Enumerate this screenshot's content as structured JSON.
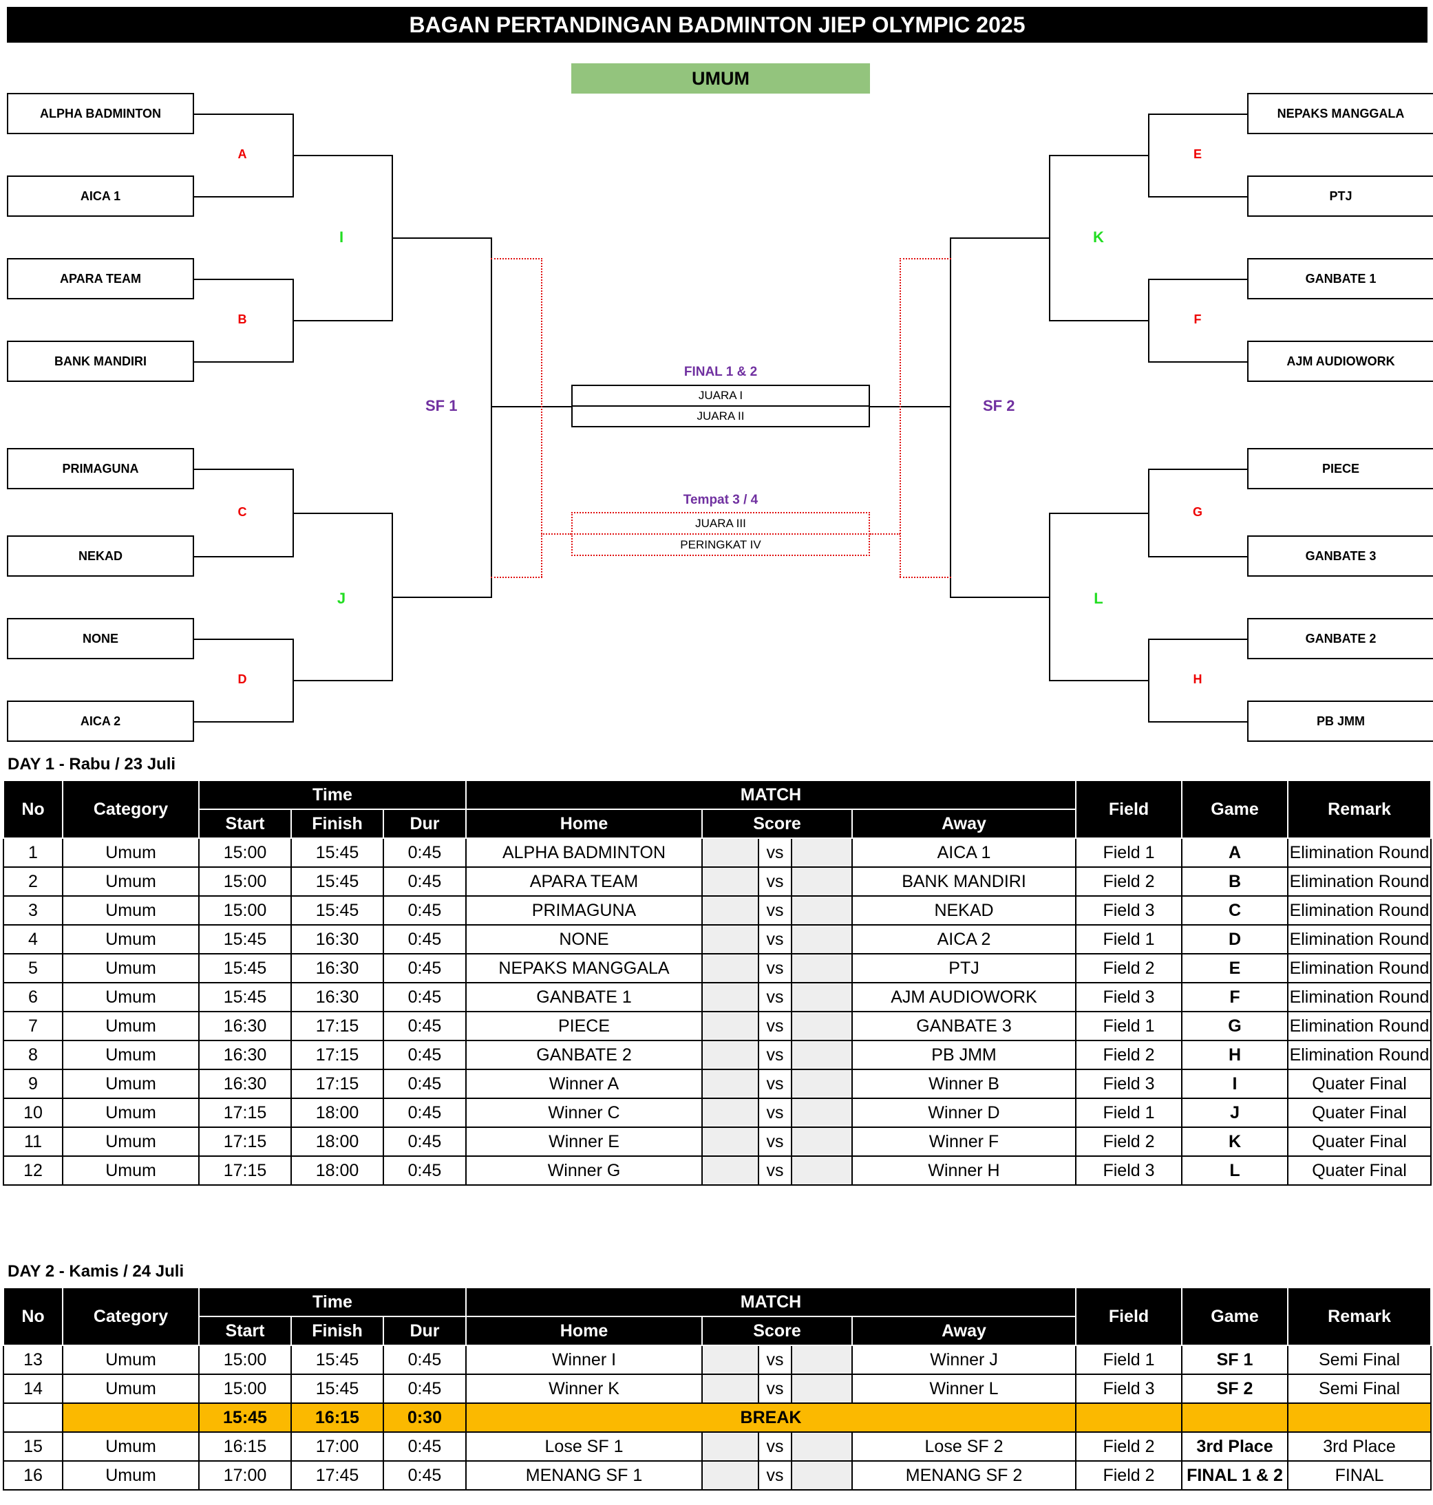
{
  "title": "BAGAN PERTANDINGAN BADMINTON JIEP OLYMPIC 2025",
  "category_banner": "UMUM",
  "bracket": {
    "left_teams": [
      "ALPHA BADMINTON",
      "AICA 1",
      "APARA TEAM",
      "BANK MANDIRI",
      "PRIMAGUNA",
      "NEKAD",
      "NONE",
      "AICA 2"
    ],
    "right_teams": [
      "NEPAKS MANGGALA",
      "PTJ",
      "GANBATE 1",
      "AJM AUDIOWORK",
      "PIECE",
      "GANBATE 3",
      "GANBATE 2",
      "PB JMM"
    ],
    "round1_labels": [
      "A",
      "B",
      "C",
      "D",
      "E",
      "F",
      "G",
      "H"
    ],
    "quarter_labels": [
      "I",
      "J",
      "K",
      "L"
    ],
    "semi_labels": [
      "SF 1",
      "SF 2"
    ],
    "final_title": "FINAL 1 & 2",
    "final_lines": [
      "JUARA   I",
      "JUARA   II"
    ],
    "third_title": "Tempat 3 / 4",
    "third_lines": [
      "JUARA   III",
      "PERINGKAT   IV"
    ],
    "colors": {
      "round1": "#ee0000",
      "quarter": "#22dd22",
      "semi": "#7030a0",
      "dotted": "#e01010"
    }
  },
  "headers": {
    "no": "No",
    "category": "Category",
    "time": "Time",
    "start": "Start",
    "finish": "Finish",
    "dur": "Dur",
    "match": "MATCH",
    "home": "Home",
    "score": "Score",
    "away": "Away",
    "field": "Field",
    "game": "Game",
    "remark": "Remark"
  },
  "day1": {
    "label": "DAY 1  - Rabu / 23 Juli",
    "rows": [
      {
        "no": "1",
        "category": "Umum",
        "start": "15:00",
        "finish": "15:45",
        "dur": "0:45",
        "home": "ALPHA BADMINTON",
        "vs": "vs",
        "away": "AICA 1",
        "field": "Field 1",
        "game": "A",
        "remark": "Elimination Round"
      },
      {
        "no": "2",
        "category": "Umum",
        "start": "15:00",
        "finish": "15:45",
        "dur": "0:45",
        "home": "APARA TEAM",
        "vs": "vs",
        "away": "BANK MANDIRI",
        "field": "Field 2",
        "game": "B",
        "remark": "Elimination Round"
      },
      {
        "no": "3",
        "category": "Umum",
        "start": "15:00",
        "finish": "15:45",
        "dur": "0:45",
        "home": "PRIMAGUNA",
        "vs": "vs",
        "away": "NEKAD",
        "field": "Field 3",
        "game": "C",
        "remark": "Elimination Round"
      },
      {
        "no": "4",
        "category": "Umum",
        "start": "15:45",
        "finish": "16:30",
        "dur": "0:45",
        "home": "NONE",
        "vs": "vs",
        "away": "AICA 2",
        "field": "Field 1",
        "game": "D",
        "remark": "Elimination Round"
      },
      {
        "no": "5",
        "category": "Umum",
        "start": "15:45",
        "finish": "16:30",
        "dur": "0:45",
        "home": "NEPAKS MANGGALA",
        "vs": "vs",
        "away": "PTJ",
        "field": "Field 2",
        "game": "E",
        "remark": "Elimination Round"
      },
      {
        "no": "6",
        "category": "Umum",
        "start": "15:45",
        "finish": "16:30",
        "dur": "0:45",
        "home": "GANBATE 1",
        "vs": "vs",
        "away": "AJM AUDIOWORK",
        "field": "Field 3",
        "game": "F",
        "remark": "Elimination Round"
      },
      {
        "no": "7",
        "category": "Umum",
        "start": "16:30",
        "finish": "17:15",
        "dur": "0:45",
        "home": "PIECE",
        "vs": "vs",
        "away": "GANBATE 3",
        "field": "Field 1",
        "game": "G",
        "remark": "Elimination Round"
      },
      {
        "no": "8",
        "category": "Umum",
        "start": "16:30",
        "finish": "17:15",
        "dur": "0:45",
        "home": "GANBATE 2",
        "vs": "vs",
        "away": "PB JMM",
        "field": "Field 2",
        "game": "H",
        "remark": "Elimination Round"
      },
      {
        "no": "9",
        "category": "Umum",
        "start": "16:30",
        "finish": "17:15",
        "dur": "0:45",
        "home": "Winner A",
        "vs": "vs",
        "away": "Winner B",
        "field": "Field 3",
        "game": "I",
        "remark": "Quater Final"
      },
      {
        "no": "10",
        "category": "Umum",
        "start": "17:15",
        "finish": "18:00",
        "dur": "0:45",
        "home": "Winner C",
        "vs": "vs",
        "away": "Winner D",
        "field": "Field 1",
        "game": "J",
        "remark": "Quater Final"
      },
      {
        "no": "11",
        "category": "Umum",
        "start": "17:15",
        "finish": "18:00",
        "dur": "0:45",
        "home": "Winner E",
        "vs": "vs",
        "away": "Winner F",
        "field": "Field 2",
        "game": "K",
        "remark": "Quater Final"
      },
      {
        "no": "12",
        "category": "Umum",
        "start": "17:15",
        "finish": "18:00",
        "dur": "0:45",
        "home": "Winner G",
        "vs": "vs",
        "away": "Winner H",
        "field": "Field 3",
        "game": "L",
        "remark": "Quater Final"
      }
    ]
  },
  "day2": {
    "label": "DAY 2 -  Kamis / 24 Juli",
    "rows": [
      {
        "no": "13",
        "category": "Umum",
        "start": "15:00",
        "finish": "15:45",
        "dur": "0:45",
        "home": "Winner I",
        "vs": "vs",
        "away": "Winner J",
        "field": "Field 1",
        "game": "SF 1",
        "remark": "Semi Final"
      },
      {
        "no": "14",
        "category": "Umum",
        "start": "15:00",
        "finish": "15:45",
        "dur": "0:45",
        "home": "Winner K",
        "vs": "vs",
        "away": "Winner L",
        "field": "Field 3",
        "game": "SF 2",
        "remark": "Semi Final"
      }
    ],
    "break_row": {
      "start": "15:45",
      "finish": "16:15",
      "dur": "0:30",
      "label": "BREAK",
      "color": "#fbb900"
    },
    "rows_after": [
      {
        "no": "15",
        "category": "Umum",
        "start": "16:15",
        "finish": "17:00",
        "dur": "0:45",
        "home": "Lose SF 1",
        "vs": "vs",
        "away": "Lose SF 2",
        "field": "Field 2",
        "game": "3rd Place",
        "remark": "3rd Place"
      },
      {
        "no": "16",
        "category": "Umum",
        "start": "17:00",
        "finish": "17:45",
        "dur": "0:45",
        "home": "MENANG SF 1",
        "vs": "vs",
        "away": "MENANG SF 2",
        "field": "Field 2",
        "game": "FINAL 1 & 2",
        "remark": "FINAL"
      }
    ]
  }
}
